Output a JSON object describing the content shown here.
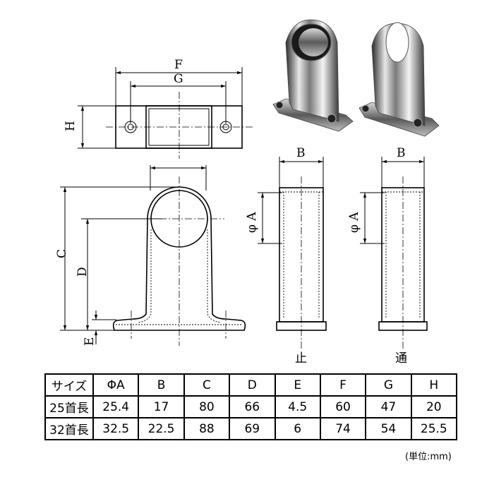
{
  "drawing": {
    "top_view": {
      "F": "F",
      "G": "G",
      "H": "H"
    },
    "front_view": {
      "C": "C",
      "D": "D",
      "E": "E"
    },
    "side_view_stop": {
      "B": "B",
      "PhiA": "φ A",
      "label": "止"
    },
    "side_view_through": {
      "B": "B",
      "PhiA": "φ A",
      "label": "通"
    }
  },
  "photos": [
    {
      "name": "stop-bracket-photo"
    },
    {
      "name": "through-bracket-photo"
    }
  ],
  "colors": {
    "ink": "#000000",
    "chrome_dark": "#3a3a3a",
    "chrome_light": "#e8e8e8"
  },
  "table": {
    "header": [
      "サイズ",
      "ΦA",
      "B",
      "C",
      "D",
      "E",
      "F",
      "G",
      "H"
    ],
    "rows": [
      [
        "25首長",
        "25.4",
        "17",
        "80",
        "66",
        "4.5",
        "60",
        "47",
        "20"
      ],
      [
        "32首長",
        "32.5",
        "22.5",
        "88",
        "69",
        "6",
        "74",
        "54",
        "25.5"
      ]
    ]
  },
  "unit_note": "(単位:mm)"
}
